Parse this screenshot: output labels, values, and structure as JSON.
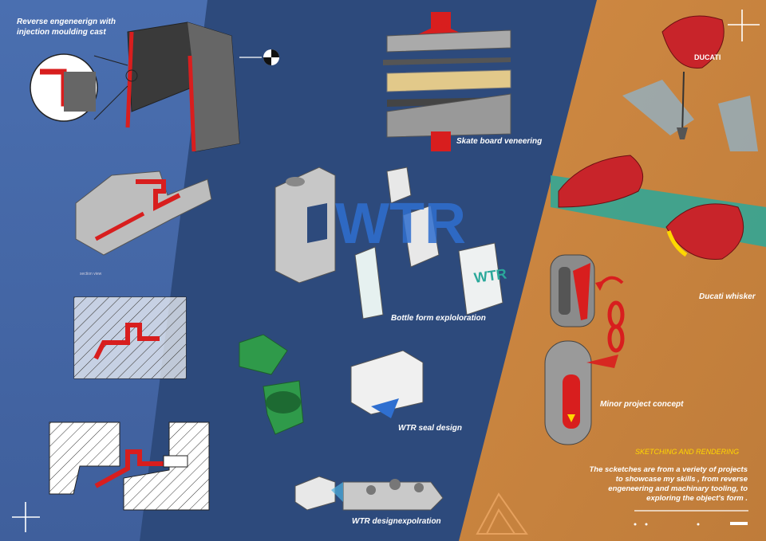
{
  "labels": {
    "reverse_eng": "Reverse engeneerign with\ninjection moulding cast",
    "skate": "Skate board veneering",
    "bottle": "Bottle form exploloration",
    "seal": "WTR seal design",
    "designexp": "WTR designexpolration",
    "ducati": "Ducati whisker",
    "minor": "Minor project concept",
    "heading": "SKETCHING AND RENDERING",
    "description": "The scketches are from a veriety of projects\nto showcase my skills , from reverse\nengeneering and machinary tooling, to\nexploring the object's form ."
  },
  "sketch_text": {
    "wtr": "WTR",
    "ducati_brand": "DUCATI"
  },
  "colors": {
    "left_panel": "#4a6aa8",
    "center_panel": "#2c4a7a",
    "right_panel": "#c8853f",
    "accent_red": "#d81e1e",
    "accent_yellow": "#ffd700",
    "teal": "#2aa89a",
    "wtr_blue": "#2f6fd0"
  },
  "icons": [
    "crosshair-icon",
    "centre-mark-icon",
    "triangle-logo-icon",
    "chain-link-icon",
    "curved-arrow-icon"
  ]
}
